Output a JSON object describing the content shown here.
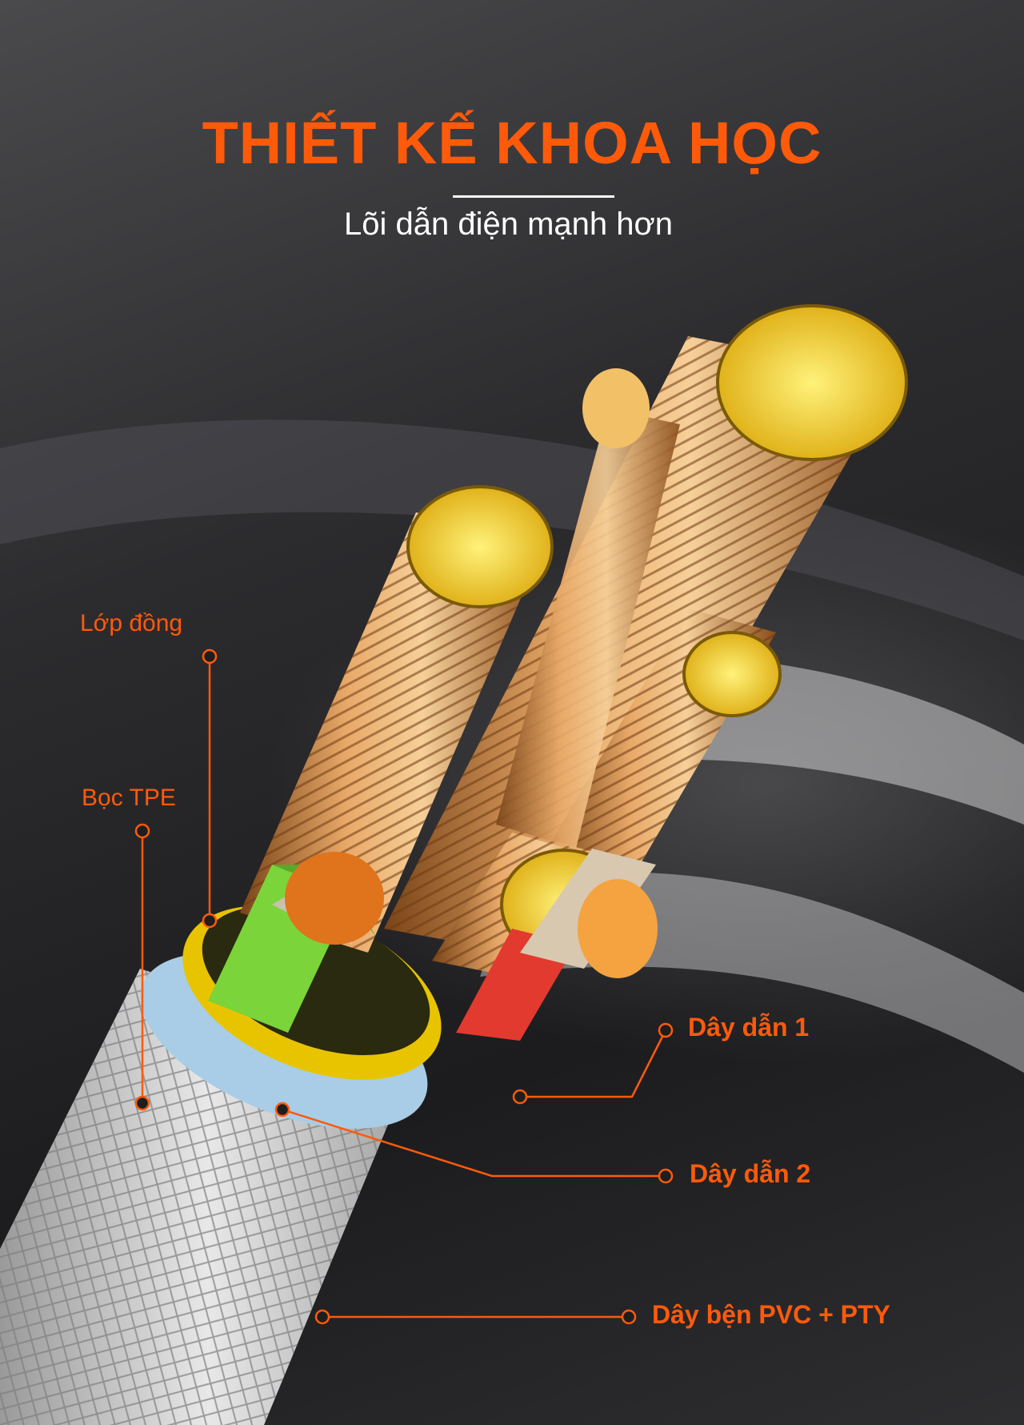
{
  "header": {
    "title": "THIẾT KẾ KHOA HỌC",
    "subtitle": "Lõi dẫn điện mạnh hơn"
  },
  "callouts": {
    "copper_layer": "Lớp đồng",
    "tpe_cover": "Bọc TPE",
    "conductor_1": "Dây dẫn 1",
    "conductor_2": "Dây dẫn 2",
    "braid": "Dây bện PVC + PTY"
  },
  "colors": {
    "accent": "#ff5a0a",
    "copper": "#d89a55",
    "insulation_green": "#7ad43a",
    "insulation_red": "#e23a2e",
    "tpe_yellow": "#e8c400",
    "tpe_blue": "#a9cde6",
    "braid": "#d8d8d8"
  }
}
